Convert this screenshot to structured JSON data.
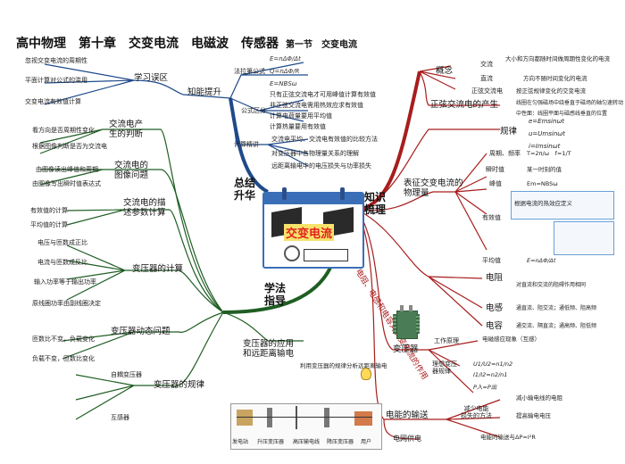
{
  "title": {
    "main": "高中物理　第十章　交变电流　电磁波　传感器",
    "section": "第一节　交变电流"
  },
  "center": {
    "label": "交变电流"
  },
  "main_branches": {
    "summary": [
      "总结",
      "升华"
    ],
    "knowledge": [
      "知识",
      "梳理"
    ],
    "method": [
      "学法",
      "指导"
    ],
    "properties": "电阻、电感和电容对交变电流的作用"
  },
  "summary_branch": {
    "misconceptions": "学习误区",
    "mis_items": [
      "忽视交变电流的周期性",
      "平面计算对公式的滥用",
      "交变电流有效值计算"
    ],
    "improve": "知能提升",
    "formula": "法拉第公式",
    "formula_items": [
      "E=nΔΦ/Δt",
      "Q=nΔΦ/R",
      "E=NBSω"
    ],
    "distinguish": "公式区分",
    "dist_items": [
      "只有正弦交流电才可用峰值计算有效值",
      "非正弦交流电需用热效应求有效值",
      "计算电荷量要用平均值",
      "计算热量要用有效值"
    ],
    "pitfalls": "计算精讲",
    "pit_items": [
      "交流电平均、交流电有效值的比较方法",
      "对变压器中各物理量关系的理解",
      "远距离输电中的电压损失与功率损失"
    ]
  },
  "knowledge_branch": {
    "concept": "概念",
    "concept_items": [
      "交流",
      "直流",
      "正弦交流电"
    ],
    "concept_desc": [
      "大小和方向都随时间做周期性变化的电流",
      "方向不随时间变化的电流",
      "按正弦规律变化的交变电流"
    ],
    "generation": "正弦交流电的产生",
    "gen_items": [
      "线圈在匀强磁场中绕垂直于磁场的轴匀速转动",
      "中性面：线圈平面与磁感线垂直的位置"
    ],
    "law": "规律",
    "law_items": [
      "e=Emsinωt",
      "u=Umsinωt",
      "i=Imsinωt"
    ],
    "quantities": "表征交变电流的物理量",
    "q_items": [
      "周期、频率",
      "瞬时值",
      "峰值",
      "有效值",
      "平均值"
    ],
    "q_desc": [
      "T=2π/ω　f=1/T",
      "某一时刻的值",
      "Em=NBSω",
      "根据电流的热效应定义",
      "E=nΔΦ/Δt"
    ],
    "rlc": [
      "电阻",
      "电感",
      "电容"
    ],
    "rlc_desc": [
      "对直流和交流的阻碍作用相同",
      "通直流、阻交流；通低频、阻高频",
      "通交流、隔直流；通高频、阻低频"
    ]
  },
  "method_branch": {
    "judge": [
      "交流电产",
      "生的判断"
    ],
    "judge_items": [
      "看方向是否周期性变化",
      "根据图像判断是否为交流电"
    ],
    "graph": [
      "交流电的",
      "图像问题"
    ],
    "graph_items": [
      "由图像读出峰值和周期",
      "由图像写出瞬时值表达式"
    ],
    "calc": [
      "交流电的描",
      "述参数计算"
    ],
    "calc_items": [
      "有效值的计算",
      "平均值的计算"
    ],
    "power": "变压器的计算",
    "power_items": [
      "电压与匝数成正比",
      "电流与匝数成反比",
      "输入功率等于输出功率",
      "原线圈功率由副线圈决定"
    ],
    "dynamic": "变压器动态问题",
    "dyn_items": [
      "匝数比不变，负载变化",
      "负载不变，匝数比变化"
    ],
    "type": "变压器的规律",
    "type_items": [
      "自耦变压器",
      "互感器"
    ],
    "app": [
      "变压器的应用",
      "和远距离输电"
    ],
    "app_note": "利用变压器的规律分析远距离输电"
  },
  "right_lower": {
    "transformer": "变压器",
    "tr_items": [
      "工作原理",
      "理想变压器规律",
      "电能的输送"
    ],
    "tr_desc": [
      "电磁感应现象（互感）",
      "U1/U2=n1/n2",
      "I1/I2=n2/n1",
      "P入=P出"
    ],
    "transmission": "电能的输送",
    "loss": [
      "减少电能",
      "损失的方法"
    ],
    "loss_desc": [
      "减小输电线的电阻",
      "提高输电电压"
    ],
    "flow": "电能的输送与ΔP=I²R",
    "grid_label": "电网供电"
  },
  "bottom_strip": [
    "发电站",
    "升压变压器",
    "高压输电线",
    "降压变压器",
    "用户"
  ],
  "icons": [
    "calendar-icon",
    "bulb-icon",
    "transformer-icon",
    "power-grid-icon"
  ],
  "colors": {
    "knowledge": "#a81d1d",
    "method": "#1f5e23",
    "summary": "#1f4a8a"
  }
}
